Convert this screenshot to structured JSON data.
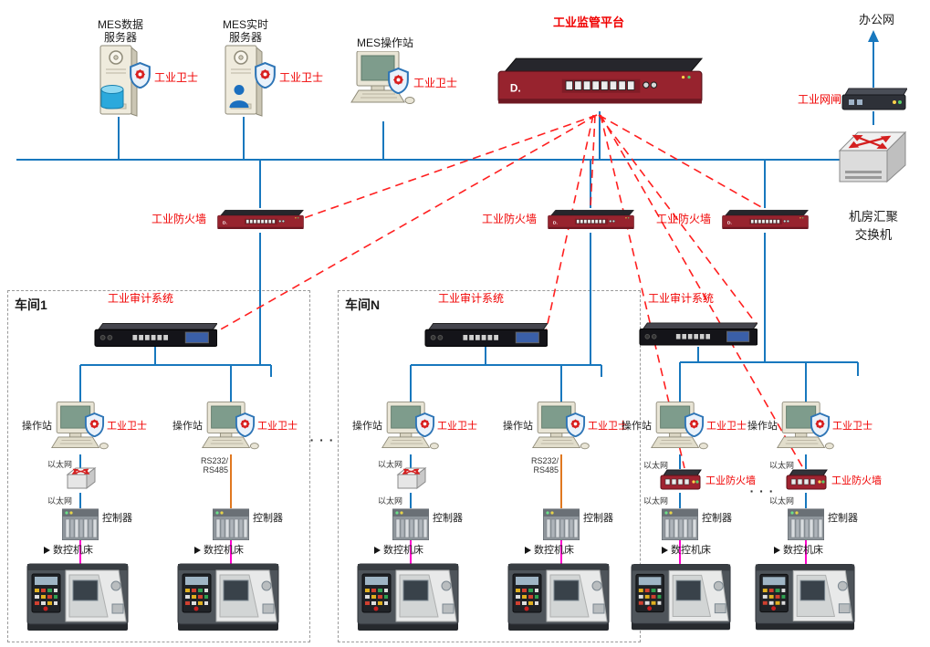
{
  "labels": {
    "mes_data_server": "MES数据\n服务器",
    "mes_rt_server": "MES实时\n服务器",
    "mes_station": "MES操作站",
    "guard": "工业卫士",
    "platform": "工业监管平台",
    "office_network": "办公网",
    "gateway": "工业网闸",
    "agg_switch": "机房汇聚\n交换机",
    "firewall": "工业防火墙",
    "audit_system": "工业审计系统",
    "operator_station": "操作站",
    "ethernet": "以太网",
    "serial": "RS232/\nRS485",
    "controller": "控制器",
    "cnc_machine": "数控机床",
    "workshop_1": "车间1",
    "workshop_n": "车间N",
    "ellipsis": "· · ·"
  },
  "colors": {
    "bus_line": "#1878BE",
    "dashed_link": "#FF1F1F",
    "serial_line": "#E07820",
    "cnc_link": "#FF00CC",
    "label_red": "#F00000",
    "appliance_red": "#97232E"
  }
}
